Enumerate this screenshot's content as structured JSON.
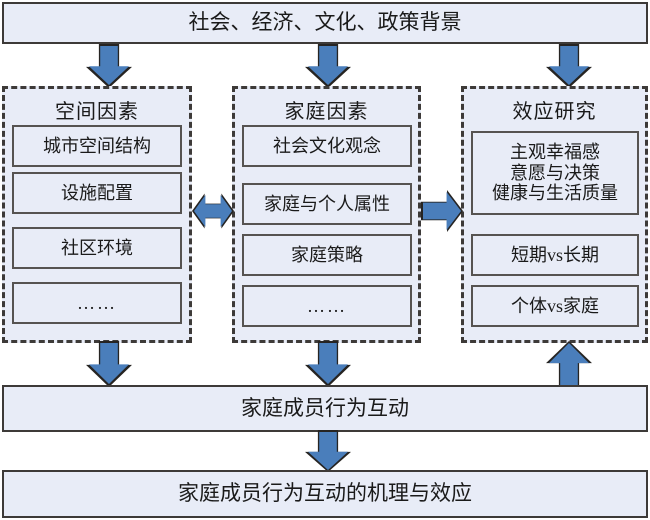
{
  "diagram": {
    "title_banner": "社会、经济、文化、政策背景",
    "panels": {
      "space": {
        "title": "空间因素",
        "items": [
          "城市空间结构",
          "设施配置",
          "社区环境",
          "……"
        ]
      },
      "family": {
        "title": "家庭因素",
        "items": [
          "社会文化观念",
          "家庭与个人属性",
          "家庭策略",
          "……"
        ]
      },
      "effect": {
        "title": "效应研究",
        "items": [
          "主观幸福感\n意愿与决策\n健康与生活质量",
          "短期vs长期",
          "个体vs家庭"
        ],
        "item0_lines": [
          "主观幸福感",
          "意愿与决策",
          "健康与生活质量"
        ]
      }
    },
    "bands": {
      "interaction": "家庭成员行为互动",
      "outcome": "家庭成员行为互动的机理与效应"
    },
    "arrows": {
      "top_to_space": "down-arrow",
      "top_to_family": "down-arrow",
      "top_to_effect": "down-arrow",
      "space_to_family": "left-right-arrow",
      "family_to_effect": "right-arrow",
      "space_to_interaction": "down-arrow",
      "family_to_interaction": "down-arrow",
      "interaction_to_effect": "up-arrow",
      "interaction_to_outcome": "down-arrow"
    },
    "colors": {
      "box_fill": "#e8ecf7",
      "box_border": "#3d3a38",
      "item_border": "#565351",
      "arrow_fill": "#4a7ebb",
      "arrow_outline": "#262422",
      "background": "#ffffff"
    }
  }
}
